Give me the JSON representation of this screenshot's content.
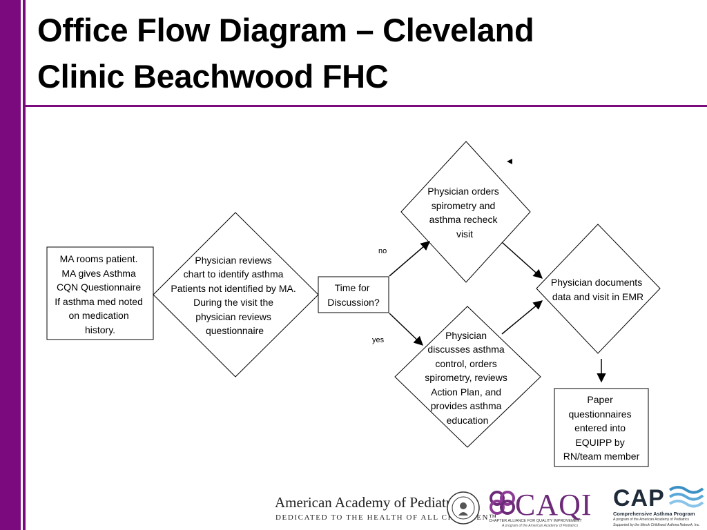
{
  "slide": {
    "title_line1": "Office Flow Diagram – Cleveland",
    "title_line2": "Clinic Beachwood FHC",
    "accent_color": "#7b0a7e"
  },
  "diagram": {
    "nodes": [
      {
        "id": "ma-rooms",
        "shape": "rect",
        "lines": [
          "MA rooms patient.",
          "MA gives Asthma",
          "CQN Questionnaire",
          "If asthma med noted",
          "on medication",
          "history."
        ]
      },
      {
        "id": "physician-reviews",
        "shape": "diamond",
        "lines": [
          "Physician reviews",
          "chart to identify asthma",
          "Patients not identified by MA.",
          "During the visit the",
          "physician reviews",
          "questionnaire"
        ]
      },
      {
        "id": "time-for-discussion",
        "shape": "rect",
        "lines": [
          "Time for",
          "Discussion?"
        ]
      },
      {
        "id": "orders-spirometry",
        "shape": "diamond",
        "lines": [
          "Physician orders",
          "spirometry and",
          "asthma recheck",
          "visit"
        ]
      },
      {
        "id": "discusses-asthma",
        "shape": "diamond",
        "lines": [
          "Physician",
          "discusses asthma",
          "control, orders",
          "spirometry, reviews",
          "Action Plan, and",
          "provides asthma",
          "education"
        ]
      },
      {
        "id": "documents-emr",
        "shape": "diamond",
        "lines": [
          "Physician documents",
          "data and visit in EMR"
        ]
      },
      {
        "id": "paper-questionnaires",
        "shape": "rect",
        "lines": [
          "Paper",
          "questionnaires",
          "entered into",
          "EQUIPP by",
          "RN/team member"
        ]
      }
    ],
    "edges": [
      {
        "from": "time-for-discussion",
        "to": "orders-spirometry",
        "label": "no"
      },
      {
        "from": "time-for-discussion",
        "to": "discusses-asthma",
        "label": "yes"
      },
      {
        "from": "orders-spirometry",
        "to": "documents-emr",
        "label": ""
      },
      {
        "from": "discusses-asthma",
        "to": "documents-emr",
        "label": ""
      },
      {
        "from": "documents-emr",
        "to": "paper-questionnaires",
        "label": ""
      }
    ]
  },
  "footer": {
    "aap_name": "American Academy of Pediatrics",
    "aap_tagline": "DEDICATED TO THE HEALTH OF ALL CHILDREN™",
    "caqi_word": "CAQI",
    "caqi_sub": "CHAPTER ALLIANCE FOR QUALITY IMPROVEMENT",
    "caqi_sub2": "A program of the American Academy of Pediatrics",
    "cap_word": "CAP",
    "cap_sub": "Comprehensive Asthma Program",
    "cap_sub2": "A program of the American Academy of Pediatrics",
    "cap_sub3": "Supported by the Merck Childhood Asthma Network, Inc."
  }
}
